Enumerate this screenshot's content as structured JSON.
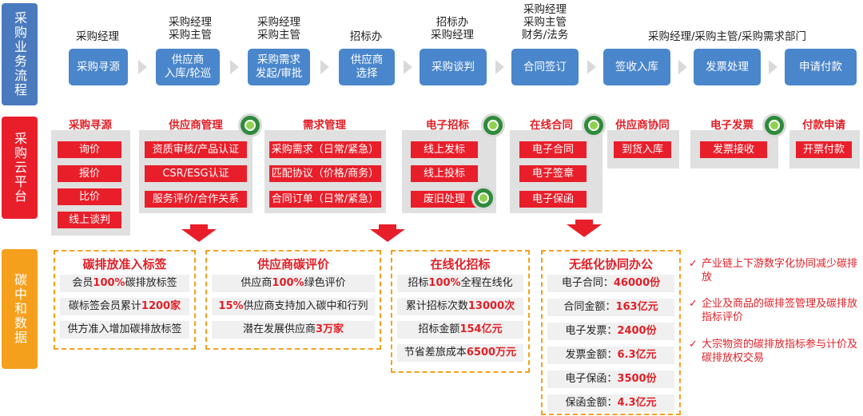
{
  "row_labels": {
    "flow": "采购业务流程",
    "cloud": "采购云平台",
    "carbon": "碳中和数据"
  },
  "flow": {
    "roles": [
      "采购经理",
      "采购经理\n采购主管",
      "采购经理\n采购主管",
      "招标办",
      "招标办\n采购经理",
      "采购经理\n采购主管\n财务/法务",
      "采购经理/采购主管/采购需求部门"
    ],
    "steps": [
      "采购寻源",
      "供应商\n入库/轮巡",
      "采购需求\n发起/审批",
      "供应商\n选择",
      "采购谈判",
      "合同签订",
      "签收入库",
      "发票处理",
      "申请付款"
    ]
  },
  "cloud": {
    "sourcing": {
      "title": "采购寻源",
      "items": [
        "询价",
        "报价",
        "比价",
        "线上谈判"
      ]
    },
    "supplier": {
      "title": "供应商管理",
      "items": [
        "资质审核/产品认证",
        "CSR/ESG认证",
        "服务评价/合作关系"
      ]
    },
    "demand": {
      "title": "需求管理",
      "items": [
        "采购需求（日常/紧急）",
        "匹配协议（价格/商务）",
        "合同订单（日常/紧急）"
      ]
    },
    "ebid": {
      "title": "电子招标",
      "items": [
        "线上发标",
        "线上投标",
        "废旧处理"
      ]
    },
    "contract": {
      "title": "在线合同",
      "items": [
        "电子合同",
        "电子签章",
        "电子保函"
      ]
    },
    "collab": {
      "title": "供应商协同",
      "items": [
        "到货入库"
      ]
    },
    "invoice": {
      "title": "电子发票",
      "items": [
        "发票接收"
      ]
    },
    "payment": {
      "title": "付款申请",
      "items": [
        "开票付款"
      ]
    }
  },
  "carbon": {
    "label_box": {
      "title": "碳排放准入标签",
      "lines": [
        {
          "pre": "会员",
          "hl": "100%",
          "post": "碳排放标签"
        },
        {
          "pre": "碳标签会员累计",
          "hl": "1200家",
          "post": ""
        },
        {
          "pre": "供方准入增加碳排放标签",
          "hl": "",
          "post": ""
        }
      ]
    },
    "supplier_box": {
      "title": "供应商碳评价",
      "lines": [
        {
          "pre": "供应商",
          "hl": "100%",
          "post": "绿色评价"
        },
        {
          "pre": "",
          "hl": "15%",
          "post": "供应商支持加入碳中和行列"
        },
        {
          "pre": "潜在发展供应商",
          "hl": "3万家",
          "post": ""
        }
      ]
    },
    "bid_box": {
      "title": "在线化招标",
      "lines": [
        {
          "pre": "招标",
          "hl": "100%",
          "post": "全程在线化"
        },
        {
          "pre": "累计招标次数",
          "hl": "13000次",
          "post": ""
        },
        {
          "pre": "招标金额",
          "hl": "154亿元",
          "post": ""
        },
        {
          "pre": "节省差旅成本",
          "hl": "6500万元",
          "post": ""
        }
      ]
    },
    "office_box": {
      "title": "无纸化协同办公",
      "lines": [
        {
          "pre": "电子合同：",
          "hl": "46000份",
          "post": ""
        },
        {
          "pre": "合同金额：",
          "hl": "163亿元",
          "post": ""
        },
        {
          "pre": "电子发票：",
          "hl": "2400份",
          "post": ""
        },
        {
          "pre": "发票金额：",
          "hl": "6.3亿元",
          "post": ""
        },
        {
          "pre": "电子保函：",
          "hl": "3500份",
          "post": ""
        },
        {
          "pre": "保函金额：",
          "hl": "4.3亿元",
          "post": ""
        }
      ]
    },
    "bullets": [
      "产业链上下游数字化协同减少碳排放",
      "企业及商品的碳排签管理及碳排放指标评价",
      "大宗物资的碳排放指标参与计价及碳排放权交易"
    ]
  },
  "colors": {
    "flow_blue": "#4a86cb",
    "cloud_red": "#e81f2a",
    "carbon_orange": "#f5a01c",
    "panel_gray": "#e0e0e0"
  },
  "icons": [
    "leaf-badge-icon"
  ]
}
